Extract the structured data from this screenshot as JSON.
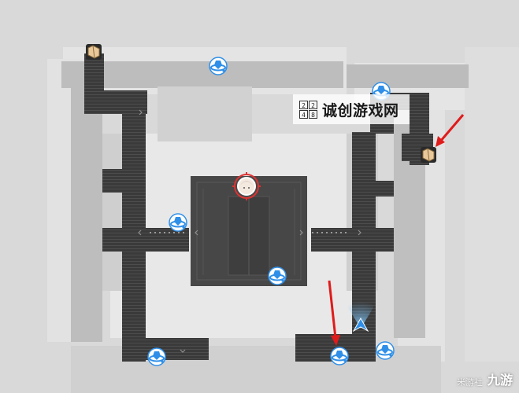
{
  "watermark": {
    "logo_cells": [
      "2",
      "2",
      "4",
      "8"
    ],
    "title": "诚创游戏网",
    "source": "米游社",
    "brand": "九游"
  },
  "markers": {
    "player_icon": "player-avatar-icon",
    "teleport_icon": "space-anchor-icon",
    "treasure_icon": "treasure-chest-icon",
    "pointer_icon": "red-arrow-icon",
    "direction_icon": "player-direction-icon"
  },
  "colors": {
    "background": "#d9d9d9",
    "corridor": "#3c3c3c",
    "hall": "#4a4a4a",
    "anchor": "#2f8fe8",
    "player_ring": "#d33",
    "chest": "#e9c89a",
    "pointer": "#e01b1b"
  }
}
